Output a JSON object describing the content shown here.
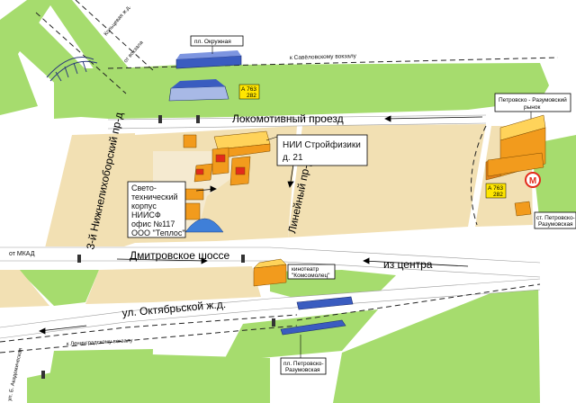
{
  "streets": {
    "lokomotivny": "Локомотивный проезд",
    "nizhnelikhoborsky": "3-й Нижнелихоборский пр-д",
    "lineyny": "Линейный пр-д",
    "dmitrovskoe": "Дмитровское шоссе",
    "oktyabrskoy": "ул. Октябрьской ж.д.",
    "iz_centra": "из центра",
    "ot_mkad": "от МКАД",
    "k_savelovskomu": "к Савёловскому вокзалу",
    "k_leningradskomu": "к Ленинградскому вокзалу",
    "ot_vokzala_top": "от вокзала",
    "kolcevaya": "Кольцевая ж.д.",
    "ul_akademika": "ул. Б. Академическая"
  },
  "places": {
    "pl_okruzhnaya": "пл. Окружная",
    "petrovsko_market": [
      "Петровско - Разумовский",
      "рынок"
    ],
    "st_petrovsko": [
      "ст. Петровско-",
      "Разумовская"
    ],
    "pl_petrovsko": [
      "пл. Петровско-",
      "Разумовская"
    ],
    "kinoteatr": [
      "кинотеатр",
      "\"Комсомолец\""
    ],
    "nii": [
      "НИИ Стройфизики",
      "д. 21"
    ],
    "korpus": [
      "Свето-",
      "технический",
      "корпус",
      "НИИСФ",
      "офис №117",
      "ООО \"Теплос\""
    ]
  },
  "bus_signs": {
    "a1": [
      "А 763",
      "282"
    ],
    "a2": [
      "А 763",
      "282"
    ]
  },
  "metro_letter": "М",
  "colors": {
    "green": "#a6dc6e",
    "block": "#f2e0b3",
    "building": "#f29b1d",
    "building_light": "#ffd35a",
    "red": "#e32b1c",
    "blue_roof": "#3a5cc0"
  }
}
